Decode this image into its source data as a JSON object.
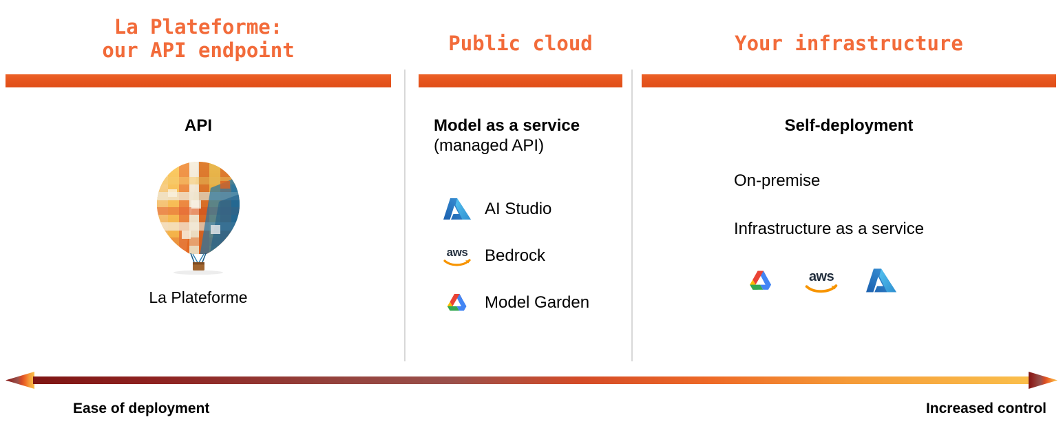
{
  "slide": {
    "theme_color": "#E5541D",
    "title_color": "#F26B3A"
  },
  "columns": [
    {
      "id": "la-plateforme",
      "title": "La Plateforme:\nour API endpoint",
      "heading": "API",
      "image_caption": "La Plateforme",
      "image_icon": "hot-air-balloon"
    },
    {
      "id": "public-cloud",
      "title": "Public cloud",
      "heading": "Model as a service",
      "subheading": "(managed API)",
      "services": [
        {
          "icon": "azure-logo",
          "label": "AI Studio"
        },
        {
          "icon": "aws-logo",
          "label": "Bedrock"
        },
        {
          "icon": "google-cloud-logo",
          "label": "Model Garden"
        }
      ]
    },
    {
      "id": "your-infrastructure",
      "title": "Your infrastructure",
      "heading": "Self-deployment",
      "lines": [
        "On-premise",
        "Infrastructure as a service"
      ],
      "logos": [
        "google-cloud-logo",
        "aws-logo",
        "azure-logo"
      ]
    }
  ],
  "axis": {
    "left_label": "Ease of deployment",
    "right_label": "Increased control",
    "gradient_from": "#8C1A17",
    "gradient_mid": "#E8552A",
    "gradient_to": "#F8B33F"
  }
}
